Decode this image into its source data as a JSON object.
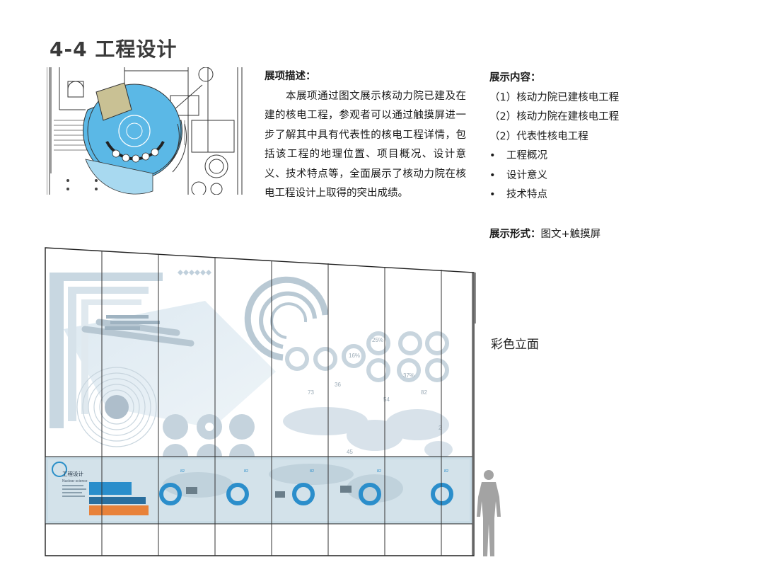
{
  "page": {
    "title": "4-4 工程设计"
  },
  "description": {
    "heading": "展项描述：",
    "body": "本展项通过图文展示核动力院已建及在建的核电工程，参观者可以通过触摸屏进一步了解其中具有代表性的核电工程详情，包括该工程的地理位置、项目概况、设计意义、技术特点等，全面展示了核动力院在核电工程设计上取得的突出成绩。"
  },
  "content": {
    "heading": "展示内容：",
    "items": [
      "（1）核动力院已建核电工程",
      "（2）核动力院在建核电工程",
      "（2）代表性核电工程"
    ],
    "bullets": [
      "工程概况",
      "设计意义",
      "技术特点"
    ],
    "bullet_symbol": "•"
  },
  "format": {
    "label": "展示形式：",
    "value": "图文+触摸屏"
  },
  "elevation": {
    "label": "彩色立面"
  },
  "wall": {
    "numbers": [
      "73",
      "36",
      "82",
      "54",
      "2",
      "45",
      "16%",
      "25%",
      "37%",
      "82",
      "82",
      "82",
      "82",
      "82"
    ],
    "panel_title": "工程设计",
    "panel_subtitle": "Nuclear science"
  }
}
